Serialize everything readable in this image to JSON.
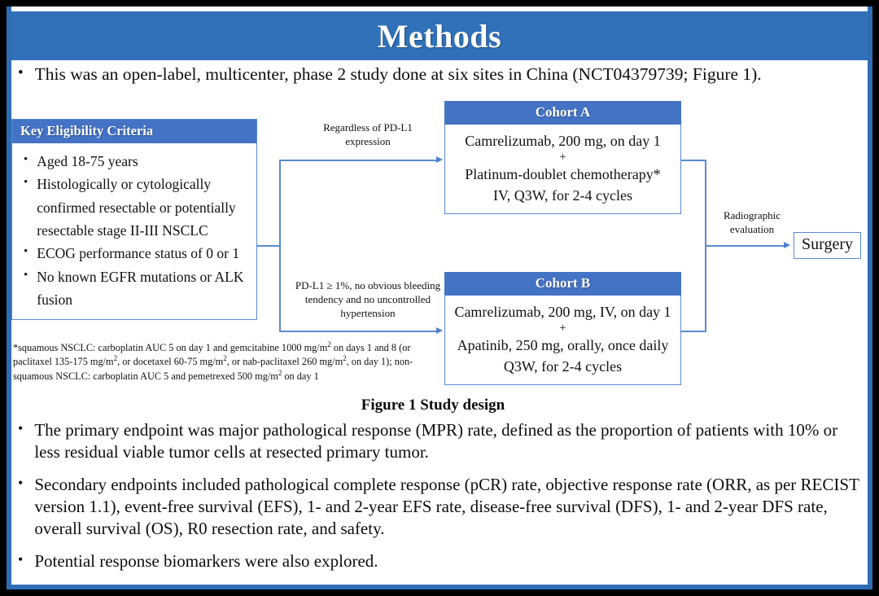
{
  "slide": {
    "title": "Methods",
    "header_color": "#3071B9",
    "accent_color": "#4472C4",
    "connector_color": "#5B8AD2"
  },
  "lead_bullet": {
    "marker": "•",
    "text": "This was an open-label, multicenter, phase 2 study done at six sites in China (NCT04379739; Figure 1)."
  },
  "diagram": {
    "eligibility": {
      "header": "Key  Eligibility Criteria",
      "marker": "•",
      "items": [
        "Aged 18-75 years",
        "Histologically or cytologically confirmed resectable or potentially resectable stage II-III  NSCLC",
        "ECOG performance status of 0 or 1",
        "No known EGFR mutations or ALK fusion"
      ]
    },
    "footnote": {
      "part1": "*squamous NSCLC: carboplatin AUC 5 on day 1 and gemcitabine 1000 mg/m",
      "sup1": "2",
      "part2": " on days 1 and 8 (or paclitaxel 135-175 mg/m",
      "sup2": "2",
      "part3": ", or docetaxel 60-75 mg/m",
      "sup3": "2",
      "part4": ", or nab-paclitaxel 260 mg/m",
      "sup4": "2",
      "part5": ", on day 1); non-squamous NSCLC: carboplatin AUC 5 and pemetrexed 500 mg/m",
      "sup5": "2",
      "part6": " on day 1"
    },
    "label_top": "Regardless  of PD-L1 expression",
    "label_bottom": "PD-L1 ≥ 1%, no obvious bleeding tendency  and no uncontrolled  hypertension",
    "label_radiographic": "Radiographic evaluation",
    "cohort_a": {
      "header": "Cohort A",
      "line1": "Camrelizumab, 200 mg, on day 1",
      "plus": "+",
      "line2": "Platinum-doublet chemotherapy*",
      "line3": "IV, Q3W, for 2-4 cycles"
    },
    "cohort_b": {
      "header": "Cohort B",
      "line1": "Camrelizumab, 200 mg, IV, on day 1",
      "plus": "+",
      "line2": "Apatinib, 250 mg, orally, once daily",
      "line3": "Q3W, for 2-4 cycles"
    },
    "surgery": "Surgery",
    "caption": "Figure 1 Study design"
  },
  "bullets": {
    "marker": "•",
    "items": [
      "The primary endpoint was major pathological response (MPR) rate, defined as the proportion of patients with 10% or less residual viable tumor cells at resected primary tumor.",
      "Secondary endpoints included pathological complete response (pCR) rate, objective response rate (ORR, as per RECIST version 1.1), event-free survival (EFS), 1- and 2-year EFS rate, disease-free survival (DFS), 1- and 2-year DFS rate, overall survival (OS), R0 resection rate, and safety.",
      "Potential response biomarkers were also explored."
    ]
  }
}
